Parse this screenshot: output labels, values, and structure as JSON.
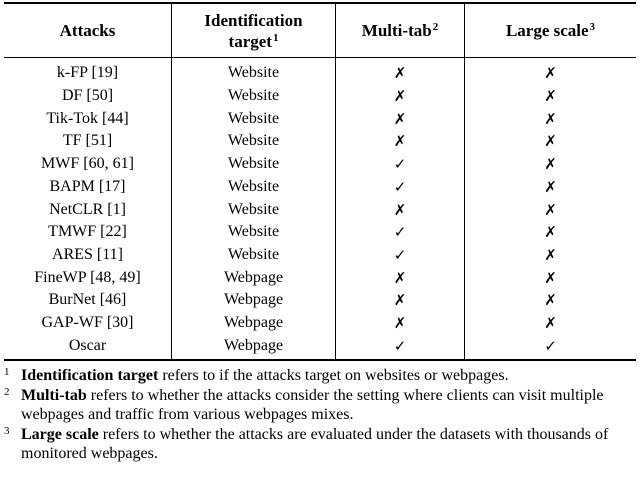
{
  "table": {
    "headers": {
      "attacks": "Attacks",
      "target_line1": "Identification",
      "target_line2": "target",
      "target_sup": "1",
      "multitab": "Multi-tab",
      "multitab_sup": "2",
      "largescale": "Large scale",
      "largescale_sup": "3"
    },
    "marks": {
      "yes": "✓",
      "no": "✗"
    },
    "rows": [
      {
        "attack": "k-FP [19]",
        "target": "Website",
        "multitab": false,
        "largescale": false
      },
      {
        "attack": "DF [50]",
        "target": "Website",
        "multitab": false,
        "largescale": false
      },
      {
        "attack": "Tik-Tok [44]",
        "target": "Website",
        "multitab": false,
        "largescale": false
      },
      {
        "attack": "TF [51]",
        "target": "Website",
        "multitab": false,
        "largescale": false
      },
      {
        "attack": "MWF [60, 61]",
        "target": "Website",
        "multitab": true,
        "largescale": false
      },
      {
        "attack": "BAPM [17]",
        "target": "Website",
        "multitab": true,
        "largescale": false
      },
      {
        "attack": "NetCLR [1]",
        "target": "Website",
        "multitab": false,
        "largescale": false
      },
      {
        "attack": "TMWF [22]",
        "target": "Website",
        "multitab": true,
        "largescale": false
      },
      {
        "attack": "ARES [11]",
        "target": "Website",
        "multitab": true,
        "largescale": false
      },
      {
        "attack": "FineWP [48, 49]",
        "target": "Webpage",
        "multitab": false,
        "largescale": false
      },
      {
        "attack": "BurNet [46]",
        "target": "Webpage",
        "multitab": false,
        "largescale": false
      },
      {
        "attack": "GAP-WF [30]",
        "target": "Webpage",
        "multitab": false,
        "largescale": false
      },
      {
        "attack": "Oscar",
        "target": "Webpage",
        "multitab": true,
        "largescale": true
      }
    ]
  },
  "footnotes": [
    {
      "num": "1",
      "term": "Identification target",
      "text": " refers to if the attacks target on websites or webpages."
    },
    {
      "num": "2",
      "term": "Multi-tab",
      "text": " refers to whether the attacks consider the setting where clients can visit multiple webpages and traffic from various webpages mixes."
    },
    {
      "num": "3",
      "term": "Large scale",
      "text": " refers to whether the attacks are evaluated under the datasets with thousands of monitored webpages."
    }
  ]
}
